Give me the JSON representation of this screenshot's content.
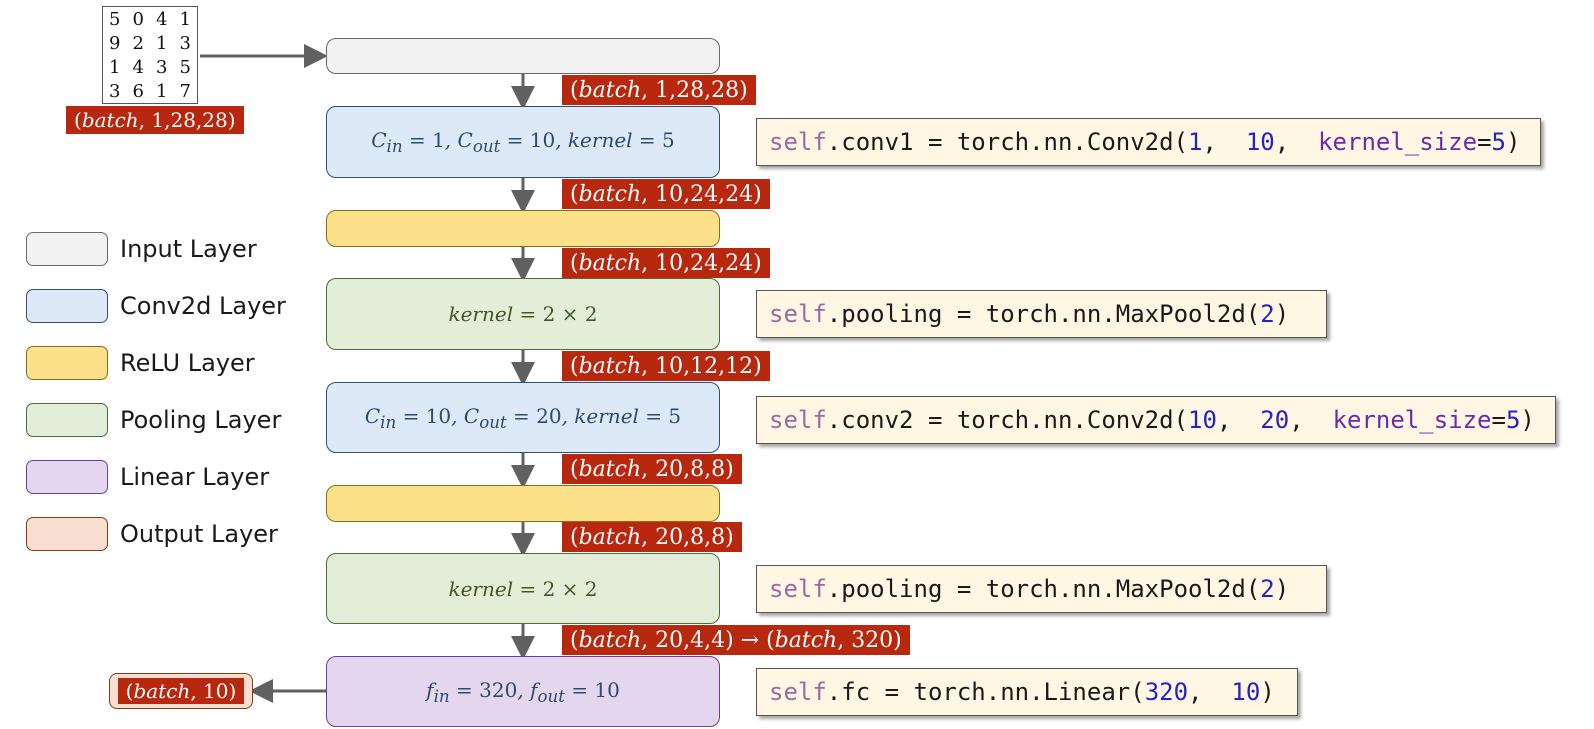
{
  "digits": [
    "5",
    "0",
    "4",
    "1",
    "9",
    "2",
    "1",
    "3",
    "1",
    "4",
    "3",
    "5",
    "3",
    "6",
    "1",
    "7"
  ],
  "shapes": {
    "input": {
      "var": "batch",
      "rest": ", 1,28,28)"
    },
    "s1": {
      "var": "batch",
      "rest": ", 1,28,28)"
    },
    "s2": {
      "var": "batch",
      "rest": ", 10,24,24)"
    },
    "s3": {
      "var": "batch",
      "rest": ", 10,24,24)"
    },
    "s4": {
      "var": "batch",
      "rest": ", 10,12,12)"
    },
    "s5": {
      "var": "batch",
      "rest": ", 20,8,8)"
    },
    "s6": {
      "var": "batch",
      "rest": ", 20,8,8)"
    },
    "s7": {
      "var": "batch",
      "rest": ", 20,4,4) → (",
      "var2": "batch",
      "rest2": ", 320)"
    },
    "out": {
      "var": "batch",
      "rest": ", 10)"
    }
  },
  "layers": {
    "conv1": {
      "cin": "1",
      "cout": "10",
      "kernel": "5"
    },
    "pool1": {
      "kernel": "2 × 2"
    },
    "conv2": {
      "cin": "10",
      "cout": "20",
      "kernel": "5"
    },
    "pool2": {
      "kernel": "2 × 2"
    },
    "fc": {
      "fin": "320",
      "fout": "10"
    }
  },
  "code": {
    "conv1": {
      "self": "self",
      "mid": ".conv1 = torch.nn.Conv2d(",
      "a": "1",
      "b": "10",
      "kw": "kernel_size",
      "kv": "5"
    },
    "pool1": {
      "self": "self",
      "mid": ".pooling = torch.nn.MaxPool2d(",
      "a": "2"
    },
    "conv2": {
      "self": "self",
      "mid": ".conv2 = torch.nn.Conv2d(",
      "a": "10",
      "b": "20",
      "kw": "kernel_size",
      "kv": "5"
    },
    "pool2": {
      "self": "self",
      "mid": ".pooling = torch.nn.MaxPool2d(",
      "a": "2"
    },
    "fc": {
      "self": "self",
      "mid": ".fc = torch.nn.Linear(",
      "a": "320",
      "b": "10"
    }
  },
  "legend": [
    {
      "label": "Input Layer",
      "color": "#f2f2f2",
      "border": "#6b6b6b"
    },
    {
      "label": "Conv2d Layer",
      "color": "#dde9f6",
      "border": "#2f4f78"
    },
    {
      "label": "ReLU Layer",
      "color": "#fde08a",
      "border": "#8a6d1a"
    },
    {
      "label": "Pooling Layer",
      "color": "#e2eed8",
      "border": "#4f6b3a"
    },
    {
      "label": "Linear Layer",
      "color": "#e5d6f0",
      "border": "#6e3f9a"
    },
    {
      "label": "Output Layer",
      "color": "#f8ded0",
      "border": "#8a3a12"
    }
  ]
}
